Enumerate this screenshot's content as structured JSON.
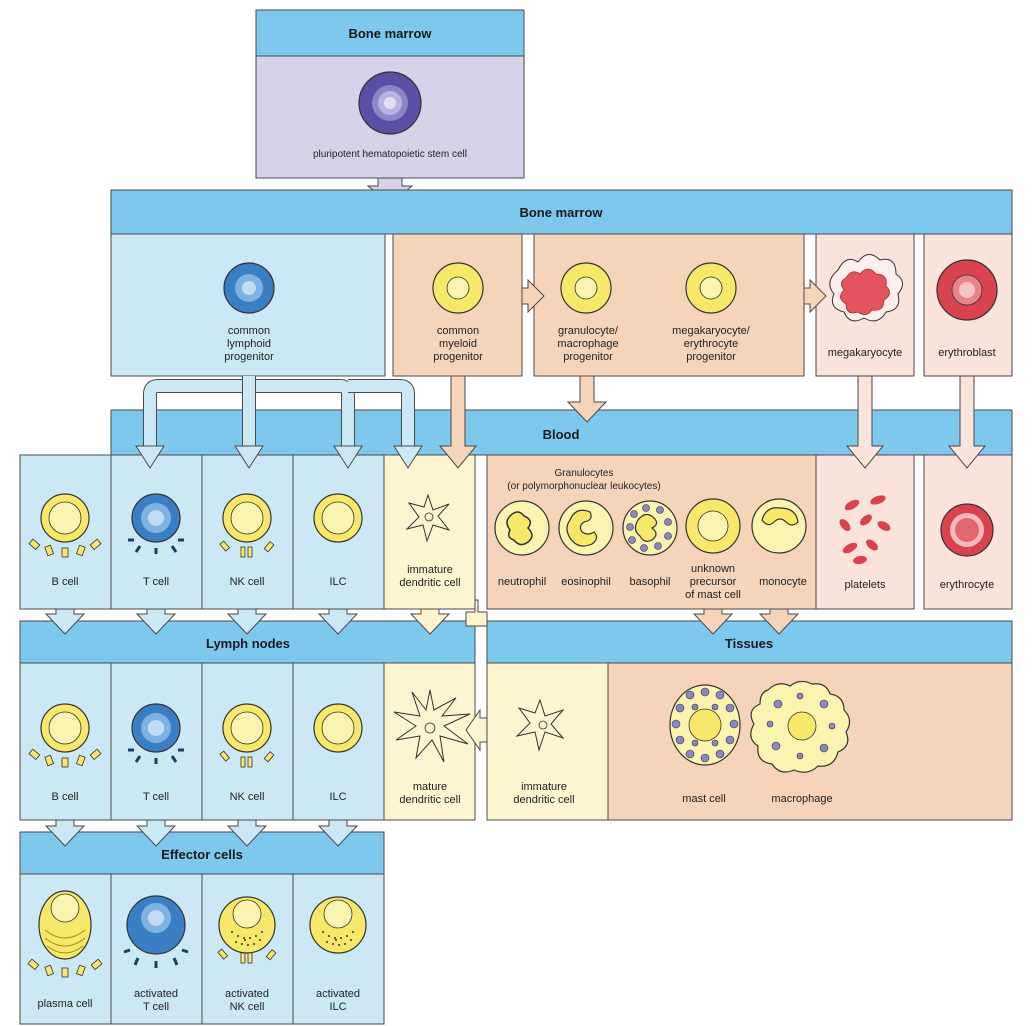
{
  "colors": {
    "header_blue": "#7ec8ee",
    "lymphoid_bg": "#cde8f5",
    "myeloid_bg": "#f6d4b9",
    "pale_pink_bg": "#f9e3da",
    "pale_yellow_bg": "#fdf5cf",
    "stem_bg": "#d7d2ea",
    "cell_yellow": "#f7e86a",
    "cell_blue": "#3a7fc4",
    "cell_purple": "#5a4fa3",
    "cell_red": "#d9434f"
  },
  "headers": {
    "bone_marrow_top": "Bone marrow",
    "bone_marrow_second": "Bone marrow",
    "blood": "Blood",
    "lymph_nodes": "Lymph nodes",
    "tissues": "Tissues",
    "effector_cells": "Effector cells"
  },
  "stem_cell": {
    "label": "pluripotent hematopoietic stem cell"
  },
  "progenitors": {
    "lymphoid": [
      "common",
      "lymphoid",
      "progenitor"
    ],
    "myeloid": [
      "common",
      "myeloid",
      "progenitor"
    ],
    "granulocyte_macrophage": [
      "granulocyte/",
      "macrophage",
      "progenitor"
    ],
    "megakaryocyte_erythrocyte": [
      "megakaryocyte/",
      "erythrocyte",
      "progenitor"
    ],
    "megakaryocyte": "megakaryocyte",
    "erythroblast": "erythroblast"
  },
  "blood": {
    "b_cell": "B cell",
    "t_cell": "T cell",
    "nk_cell": "NK cell",
    "ilc": "ILC",
    "immature_dc": [
      "immature",
      "dendritic cell"
    ],
    "granulocytes_title": [
      "Granulocytes",
      "(or polymorphonuclear leukocytes)"
    ],
    "neutrophil": "neutrophil",
    "eosinophil": "eosinophil",
    "basophil": "basophil",
    "mast_precursor": [
      "unknown",
      "precursor",
      "of mast cell"
    ],
    "monocyte": "monocyte",
    "platelets": "platelets",
    "erythrocyte": "erythrocyte"
  },
  "lymph_nodes": {
    "b_cell": "B cell",
    "t_cell": "T cell",
    "nk_cell": "NK cell",
    "ilc": "ILC",
    "mature_dc": [
      "mature",
      "dendritic cell"
    ]
  },
  "tissues": {
    "immature_dc": [
      "immature",
      "dendritic cell"
    ],
    "mast_cell": "mast cell",
    "macrophage": "macrophage"
  },
  "effector": {
    "plasma_cell": "plasma cell",
    "activated_t": [
      "activated",
      "T cell"
    ],
    "activated_nk": [
      "activated",
      "NK cell"
    ],
    "activated_ilc": [
      "activated",
      "ILC"
    ]
  }
}
